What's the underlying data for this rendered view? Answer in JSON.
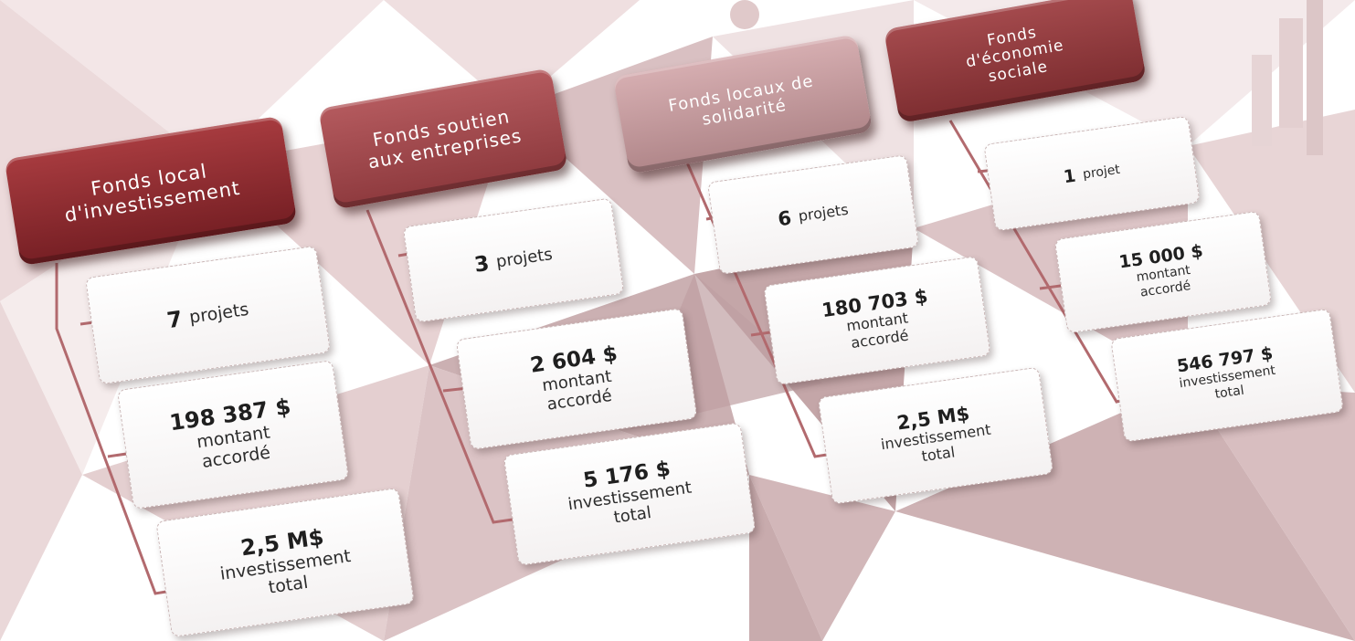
{
  "columns": [
    {
      "title": "Fonds local\nd'investissement",
      "projects": {
        "value": "7",
        "label": "projets"
      },
      "granted": {
        "value": "198 387 $",
        "label": "montant\naccordé"
      },
      "total": {
        "value": "2,5 M$",
        "label": "investissement\ntotal"
      }
    },
    {
      "title": "Fonds soutien\naux entreprises",
      "projects": {
        "value": "3",
        "label": "projets"
      },
      "granted": {
        "value": "2 604 $",
        "label": "montant\naccordé"
      },
      "total": {
        "value": "5 176 $",
        "label": "investissement\ntotal"
      }
    },
    {
      "title": "Fonds locaux de\nsolidarité",
      "projects": {
        "value": "6",
        "label": "projets"
      },
      "granted": {
        "value": "180 703 $",
        "label": "montant\naccordé"
      },
      "total": {
        "value": "2,5 M$",
        "label": "investissement\ntotal"
      }
    },
    {
      "title": "Fonds\nd'économie\nsociale",
      "projects": {
        "value": "1",
        "label": "projet"
      },
      "granted": {
        "value": "15 000 $",
        "label": "montant\naccordé"
      },
      "total": {
        "value": "546 797 $",
        "label": "investissement\ntotal"
      }
    }
  ],
  "colors": {
    "header_1": "#8c2b30",
    "header_2": "#a24a4e",
    "header_3": "#c69a9d",
    "header_4": "#923a3d",
    "connector": "#b26a6e",
    "background_polygons": "#e9d6d7"
  }
}
